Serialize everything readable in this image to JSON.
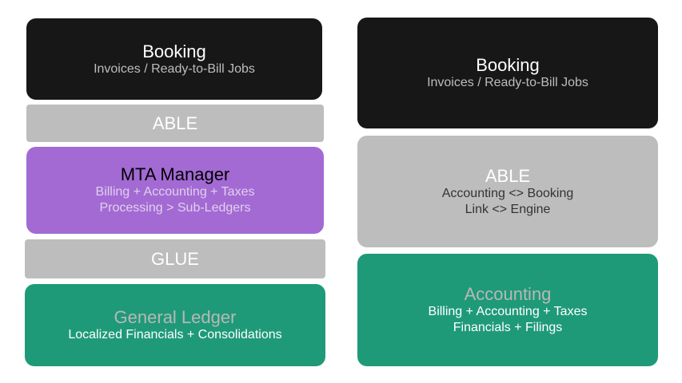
{
  "colors": {
    "black": "#171717",
    "grey": "#bdbdbd",
    "purple": "#a36ad4",
    "green": "#1f9a78"
  },
  "left": {
    "booking": {
      "title": "Booking",
      "lines": [
        "Invoices / Ready-to-Bill Jobs"
      ]
    },
    "able": {
      "title": "ABLE"
    },
    "mta": {
      "title": "MTA Manager",
      "lines": [
        "Billing + Accounting + Taxes",
        "Processing > Sub-Ledgers"
      ]
    },
    "glue": {
      "title": "GLUE"
    },
    "gl": {
      "title": "General Ledger",
      "lines": [
        "Localized Financials + Consolidations"
      ]
    }
  },
  "right": {
    "booking": {
      "title": "Booking",
      "lines": [
        "Invoices / Ready-to-Bill Jobs"
      ]
    },
    "able": {
      "title": "ABLE",
      "lines": [
        "Accounting <> Booking",
        "Link <> Engine"
      ]
    },
    "accounting": {
      "title": "Accounting",
      "lines": [
        "Billing + Accounting + Taxes",
        "Financials + Filings"
      ]
    }
  }
}
